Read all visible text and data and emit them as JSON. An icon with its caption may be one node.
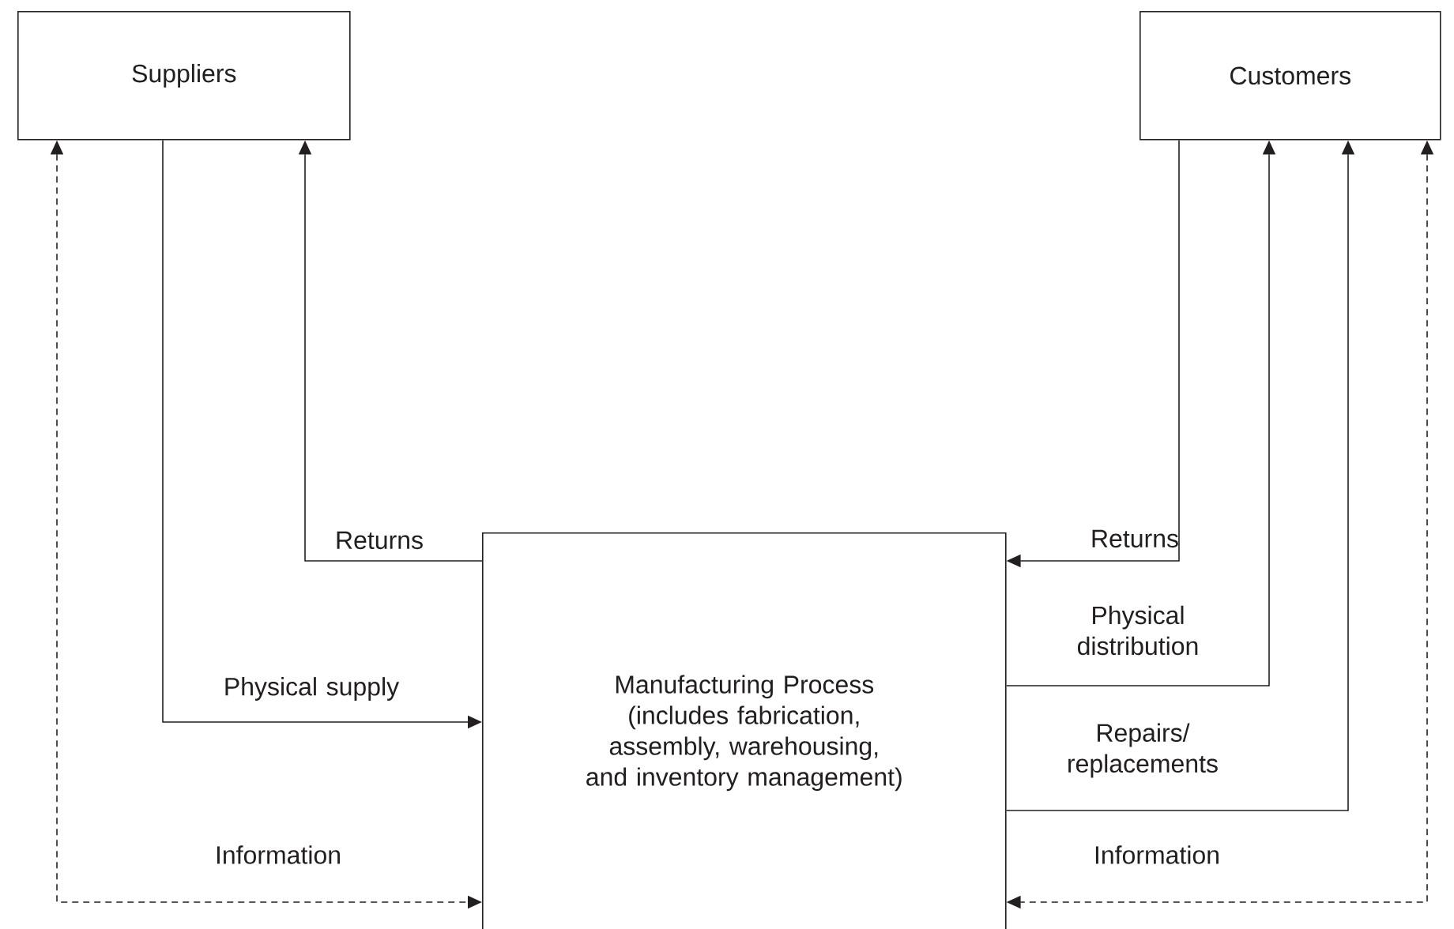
{
  "diagram": {
    "nodes": [
      {
        "text": [
          "Suppliers"
        ]
      },
      {
        "text": [
          "Customers"
        ]
      },
      {
        "text": [
          "Manufacturing Process (includes fabrication, assembly, warehousing, and inventory management)"
        ]
      }
    ],
    "edges": [
      {
        "from": 0,
        "to": 2,
        "arrow": "to",
        "label": "Physical supply"
      },
      {
        "from": 2,
        "to": 0,
        "arrow": "to",
        "label": "Returns"
      },
      {
        "from": 0,
        "to": 2,
        "arrow": "both",
        "style": "dashed",
        "label": "Information"
      },
      {
        "from": 1,
        "to": 2,
        "arrow": "to",
        "label": "Returns"
      },
      {
        "from": 2,
        "to": 1,
        "arrow": "to",
        "label": "Physical distribution"
      },
      {
        "from": 2,
        "to": 1,
        "arrow": "to",
        "label": "Repairs/ replacements"
      },
      {
        "from": 1,
        "to": 2,
        "arrow": "both",
        "style": "dashed",
        "label": "Information"
      }
    ]
  }
}
